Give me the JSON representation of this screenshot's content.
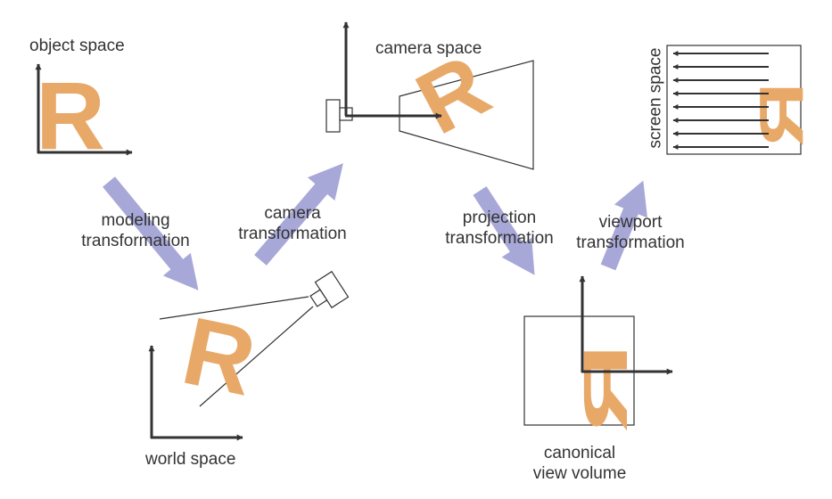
{
  "spaces": {
    "object": "object space",
    "camera": "camera space",
    "screen": "screen space",
    "world": "world space",
    "canonical_line1": "canonical",
    "canonical_line2": "view volume"
  },
  "transforms": {
    "modeling_line1": "modeling",
    "modeling_line2": "transformation",
    "camera_line1": "camera",
    "camera_line2": "transformation",
    "projection_line1": "projection",
    "projection_line2": "transformation",
    "viewport_line1": "viewport",
    "viewport_line2": "transformation"
  },
  "glyph": "R",
  "colors": {
    "glyph": "#E8A968",
    "flow_arrow": "#A8A8D8",
    "axis": "#333333",
    "text": "#333333"
  }
}
